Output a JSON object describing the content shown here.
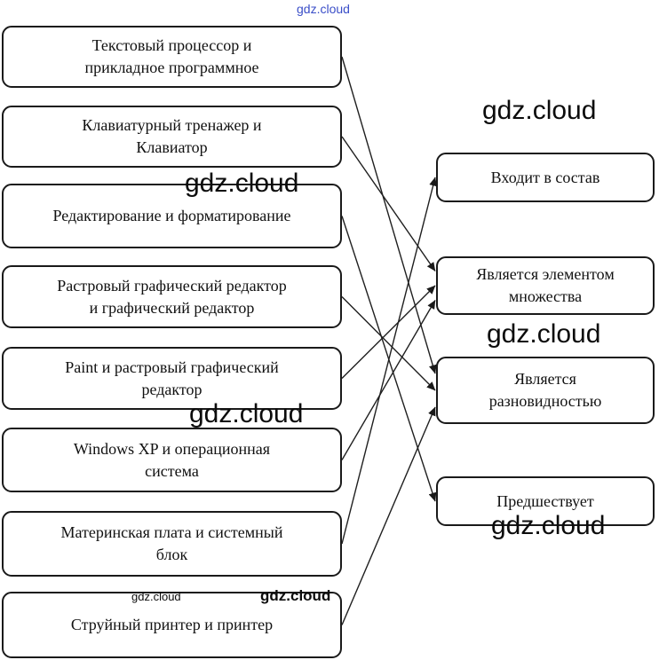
{
  "page": {
    "background": "#ffffff"
  },
  "colors": {
    "box_border": "#1a1a1a",
    "line": "#1f1f1f",
    "arrowhead": "#1a1a1a",
    "watermark_dark": "#0c0c0c",
    "watermark_blue": "#3a4ec8"
  },
  "watermark": {
    "text": "gdz.cloud"
  },
  "diagram": {
    "left_nodes": [
      {
        "id": "text-processor",
        "label": "Текстовый процессор и\nприкладное программное"
      },
      {
        "id": "keyboard-trainer",
        "label": "Клавиатурный тренажер и\nКлавиатор"
      },
      {
        "id": "editing-formatting",
        "label": "Редактирование и форматирование"
      },
      {
        "id": "raster-editor",
        "label": "Растровый графический редактор\nи графический редактор"
      },
      {
        "id": "paint",
        "label": "Paint и растровый графический\nредактор"
      },
      {
        "id": "windows-xp",
        "label": "Windows XP и операционная\nсистема"
      },
      {
        "id": "motherboard",
        "label": "Материнская плата и системный\nблок"
      },
      {
        "id": "inkjet-printer",
        "label": "Струйный принтер и принтер"
      }
    ],
    "right_nodes": [
      {
        "id": "is-part-of",
        "label": "Входит в состав"
      },
      {
        "id": "is-element-of-set",
        "label": "Является элементом\nмножества"
      },
      {
        "id": "is-kind-of",
        "label": "Является\nразновидностью"
      },
      {
        "id": "precedes",
        "label": "Предшествует"
      }
    ],
    "connections": [
      {
        "from": "text-processor",
        "to": "is-kind-of"
      },
      {
        "from": "keyboard-trainer",
        "to": "is-element-of-set"
      },
      {
        "from": "editing-formatting",
        "to": "precedes"
      },
      {
        "from": "raster-editor",
        "to": "is-kind-of"
      },
      {
        "from": "paint",
        "to": "is-element-of-set"
      },
      {
        "from": "windows-xp",
        "to": "is-element-of-set"
      },
      {
        "from": "motherboard",
        "to": "is-part-of"
      },
      {
        "from": "inkjet-printer",
        "to": "is-kind-of"
      }
    ]
  }
}
